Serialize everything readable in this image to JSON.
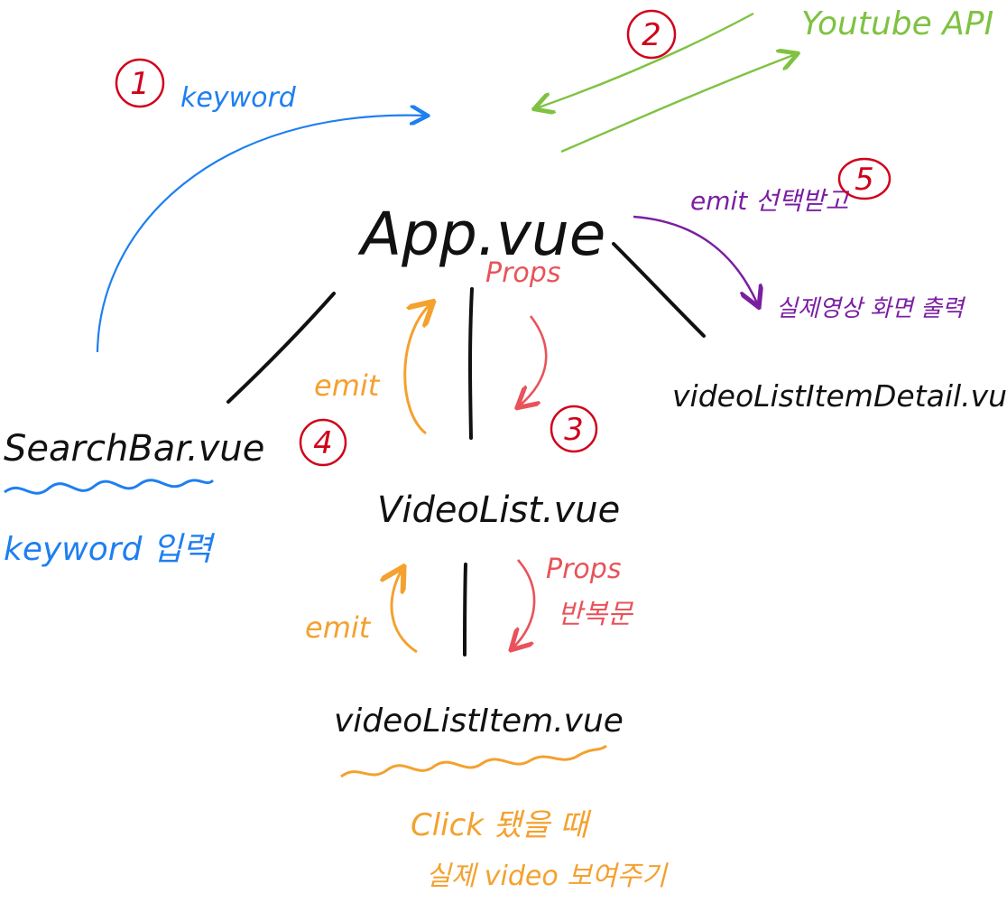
{
  "nodes": {
    "app": "App.vue",
    "searchbar": "SearchBar.vue",
    "videolist": "VideoList.vue",
    "videolistitem": "videoListItem.vue",
    "detail": "videoListItemDetail.vue",
    "youtube_api": "Youtube API"
  },
  "notes": {
    "keyword": "keyword",
    "keyword_input": "keyword 입력",
    "props_top": "Props",
    "props_bottom": "Props",
    "props_repeat": "반복문",
    "emit_top": "emit",
    "emit_bottom": "emit",
    "emit_select": "emit 선택받고",
    "detail_show": "실제영상 화면 출력",
    "click_line1": "Click 됐을 때",
    "click_line2": "실제 video 보여주기"
  },
  "steps": {
    "s1": "1",
    "s2": "2",
    "s3": "3",
    "s4": "4",
    "s5": "5"
  },
  "colors": {
    "black": "#111111",
    "blue": "#1e7ff0",
    "green": "#7fc242",
    "red": "#e8535b",
    "orange": "#f4a12f",
    "purple": "#7b1fa2",
    "step_red": "#d0021b"
  }
}
